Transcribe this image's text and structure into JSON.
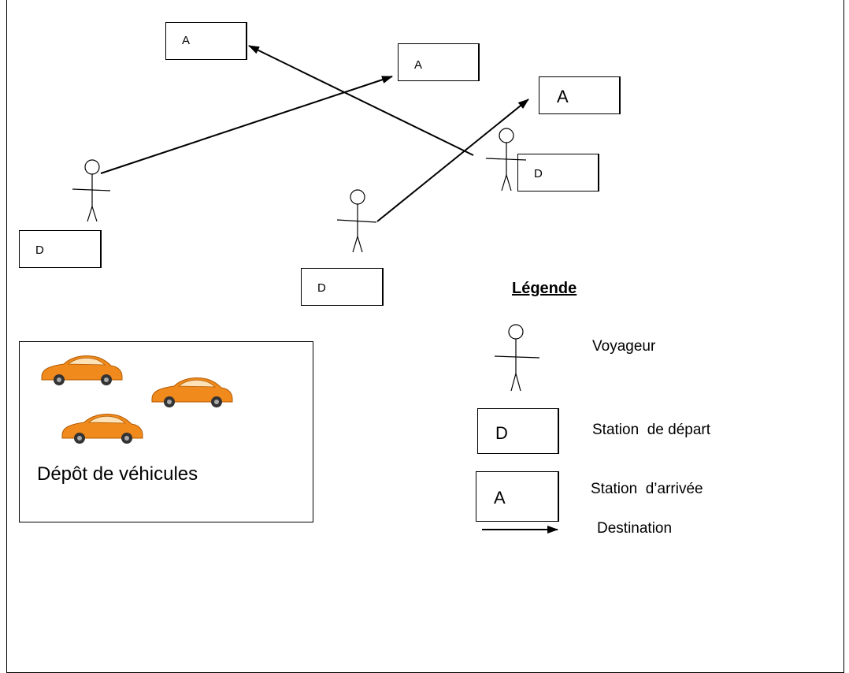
{
  "stations": {
    "arrival_1": "A",
    "arrival_2": "A",
    "arrival_3": "A",
    "departure_1": "D",
    "departure_2": "D",
    "departure_3": "D"
  },
  "depot": {
    "label": "Dépôt de véhicules",
    "car_color": "#f08a1c"
  },
  "legend": {
    "title": "Légende",
    "traveler_label": "Voyageur",
    "departure_symbol": "D",
    "departure_label": "Station  de départ",
    "arrival_symbol": "A",
    "arrival_label": "Station  d’arrivée",
    "destination_label": "Destination"
  }
}
